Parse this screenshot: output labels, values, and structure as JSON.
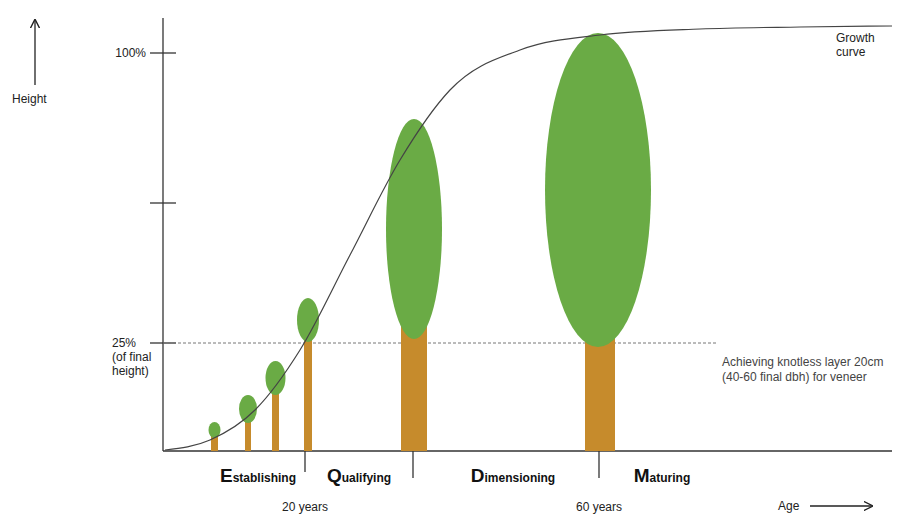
{
  "diagram": {
    "labels": [
      "Height",
      "Growth curve",
      "100%",
      "25% (of final height)",
      "Achieving knotless layer 20cm (40-60 final dbh) for veneer",
      "Establishing",
      "Qualifying",
      "Dimensioning",
      "Maturing",
      "20 years",
      "60 years",
      "Age"
    ]
  }
}
